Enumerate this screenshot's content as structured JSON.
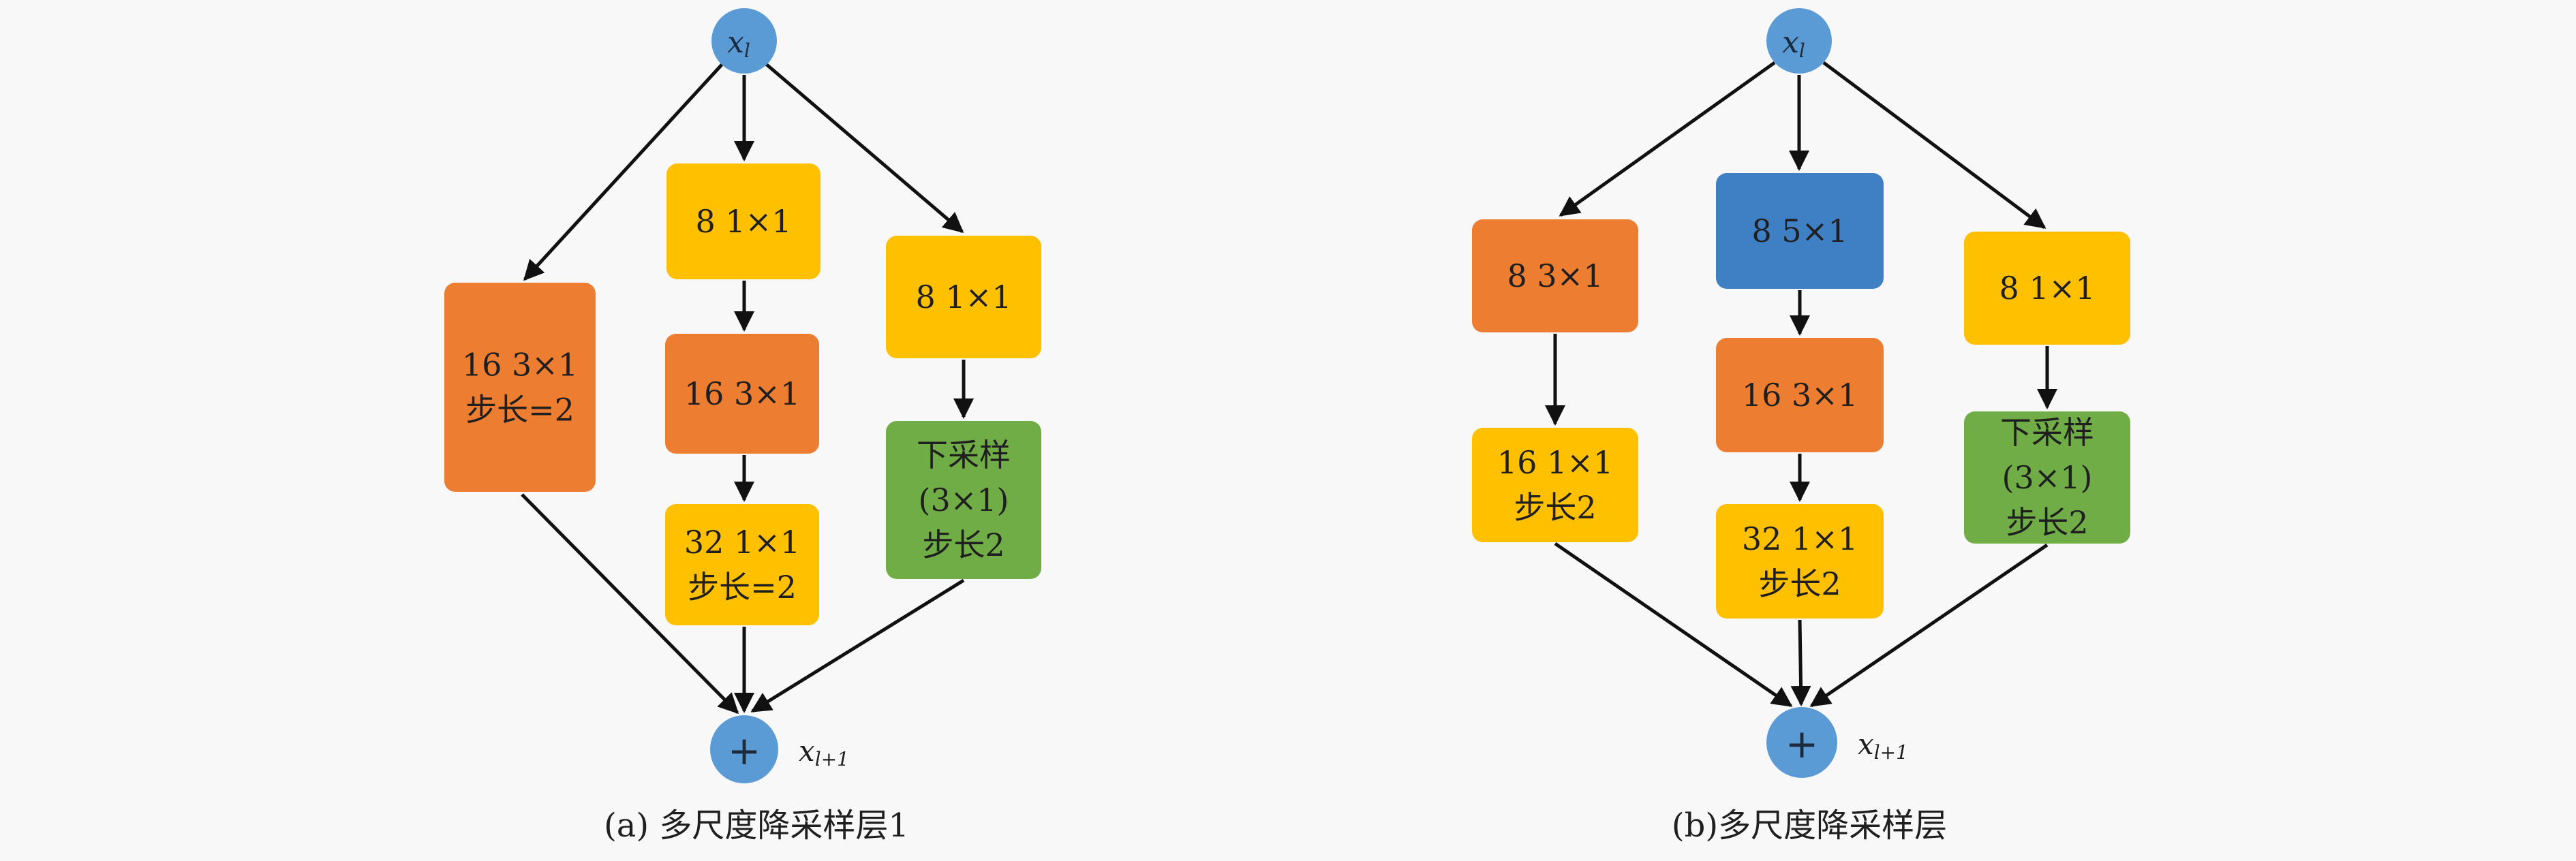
{
  "colors": {
    "circle": "#5b9bd5",
    "orange": "#ed7d31",
    "yellow": "#ffc000",
    "green": "#70ad47",
    "blue": "#3f7fc4"
  },
  "diagram_a": {
    "input_label": "x",
    "input_sub": "l",
    "output_symbol": "+",
    "output_label": "x",
    "output_sub": "l+1",
    "caption": "(a) 多尺度降采样层1",
    "nodes": {
      "left_conv": [
        "16 3×1",
        "步长=2"
      ],
      "mid_conv1": [
        "8 1×1"
      ],
      "mid_conv2": [
        "16 3×1"
      ],
      "mid_conv3": [
        "32 1×1",
        "步长=2"
      ],
      "right_conv": [
        "8 1×1"
      ],
      "right_down": [
        "下采样",
        "(3×1)",
        "步长2"
      ]
    }
  },
  "diagram_b": {
    "input_label": "x",
    "input_sub": "l",
    "output_symbol": "+",
    "output_label": "x",
    "output_sub": "l+1",
    "caption": "(b)多尺度降采样层",
    "nodes": {
      "left_conv1": [
        "8 3×1"
      ],
      "left_conv2": [
        "16 1×1",
        "步长2"
      ],
      "mid_conv1": [
        "8 5×1"
      ],
      "mid_conv2": [
        "16 3×1"
      ],
      "mid_conv3": [
        "32 1×1",
        "步长2"
      ],
      "right_conv": [
        "8 1×1"
      ],
      "right_down": [
        "下采样",
        "(3×1)",
        "步长2"
      ]
    }
  }
}
